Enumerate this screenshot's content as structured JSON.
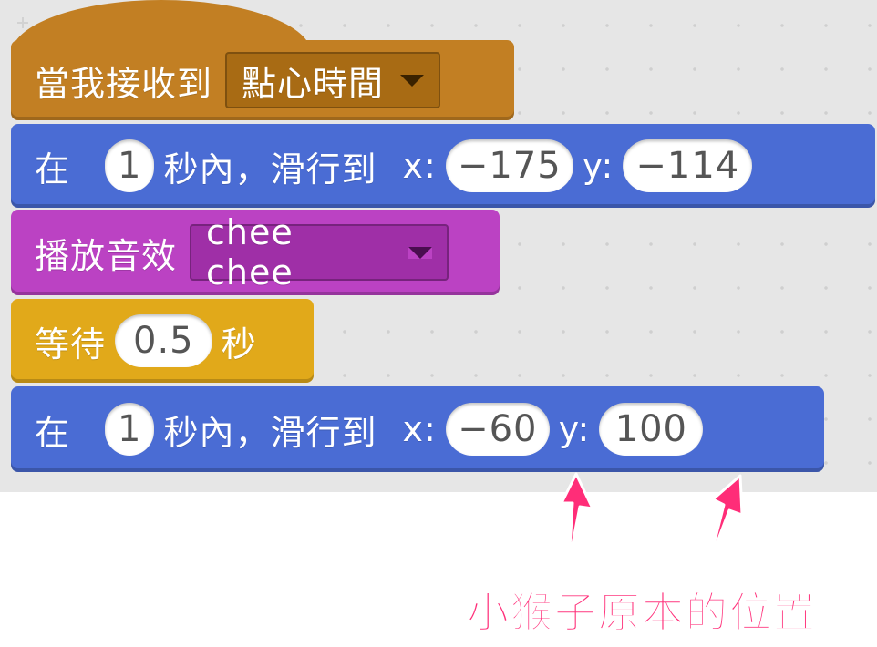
{
  "script": {
    "hat": {
      "label": "當我接收到",
      "message": "點心時間"
    },
    "glide1": {
      "label_in": "在",
      "secs": "1",
      "label_secs": "秒內，滑行到",
      "label_x": "x:",
      "x": "−175",
      "label_y": "y:",
      "y": "−114"
    },
    "sound": {
      "label": "播放音效",
      "sound_name": "chee chee"
    },
    "wait": {
      "label": "等待",
      "secs": "0.5",
      "label_secs": "秒"
    },
    "glide2": {
      "label_in": "在",
      "secs": "1",
      "label_secs": "秒內，滑行到",
      "label_x": "x:",
      "x": "−60",
      "label_y": "y:",
      "y": "100"
    }
  },
  "annotation": {
    "text": "小猴子原本的位置"
  },
  "colors": {
    "events": "#c27f23",
    "motion": "#4a6cd4",
    "sound": "#bb42c3",
    "control": "#e1a91a",
    "annotation": "#ff2d78",
    "canvas": "#e6e6e6"
  },
  "icons": {
    "dropdown": "caret-down-icon",
    "annotation_arrow": "arrow-up-icon"
  }
}
